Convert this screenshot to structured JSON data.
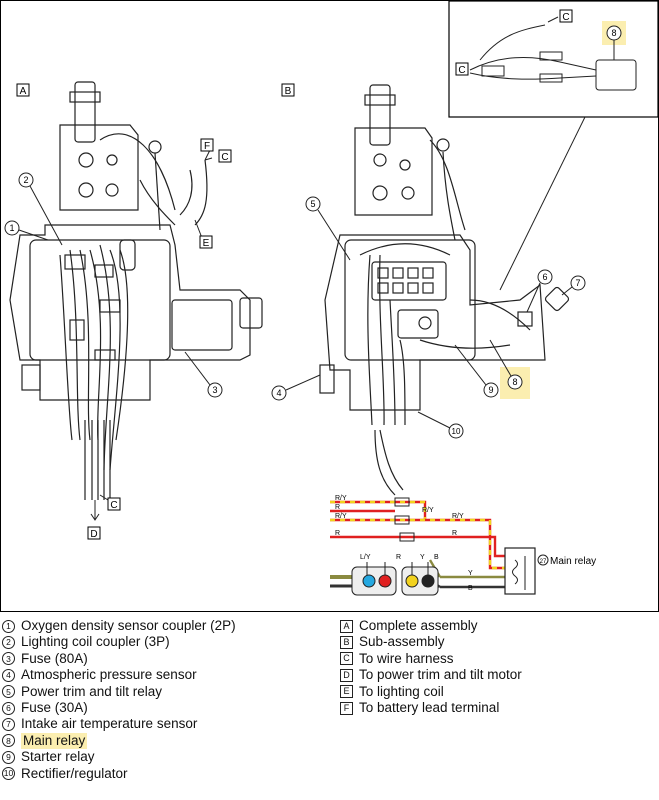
{
  "panels": {
    "a": "A",
    "b": "B"
  },
  "callouts": {
    "n1": "1",
    "n2": "2",
    "n3": "3",
    "n4": "4",
    "n5": "5",
    "n6": "6",
    "n7": "7",
    "n8": "8",
    "n9": "9",
    "n10": "10"
  },
  "letters": {
    "C": "C",
    "D": "D",
    "E": "E",
    "F": "F"
  },
  "wiring": {
    "wire_ry": "R/Y",
    "wire_r": "R",
    "wire_y": "Y",
    "wire_b": "B",
    "wire_ly": "L/Y",
    "relay_label": "Main relay",
    "relay_num": "27"
  },
  "legend_left": [
    {
      "num": "1",
      "text": "Oxygen density sensor coupler (2P)"
    },
    {
      "num": "2",
      "text": "Lighting coil coupler (3P)"
    },
    {
      "num": "3",
      "text": "Fuse (80A)"
    },
    {
      "num": "4",
      "text": "Atmospheric pressure sensor"
    },
    {
      "num": "5",
      "text": "Power trim and tilt relay"
    },
    {
      "num": "6",
      "text": "Fuse (30A)"
    },
    {
      "num": "7",
      "text": "Intake air temperature sensor"
    },
    {
      "num": "8",
      "text": "Main relay"
    },
    {
      "num": "9",
      "text": "Starter relay"
    },
    {
      "num": "10",
      "text": "Rectifier/regulator"
    }
  ],
  "legend_right": [
    {
      "letter": "A",
      "text": "Complete assembly"
    },
    {
      "letter": "B",
      "text": "Sub-assembly"
    },
    {
      "letter": "C",
      "text": "To wire harness"
    },
    {
      "letter": "D",
      "text": "To power trim and tilt motor"
    },
    {
      "letter": "E",
      "text": "To lighting coil"
    },
    {
      "letter": "F",
      "text": "To battery lead terminal"
    }
  ],
  "colors": {
    "highlight": "#fbeeb0",
    "wire_red": "#e02020",
    "wire_yellow": "#f2d21e",
    "wire_olive": "#8a8a40"
  }
}
